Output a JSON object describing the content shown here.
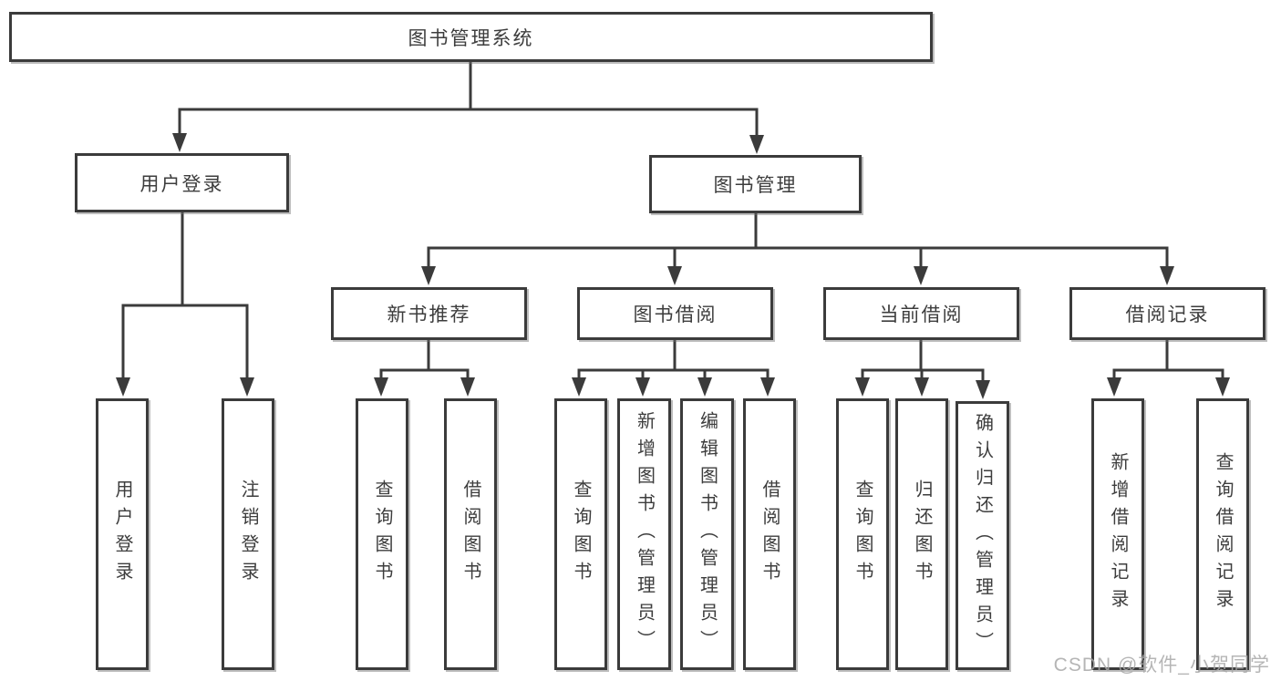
{
  "colors": {
    "background": "#ffffff",
    "line": "#3b3b3b",
    "box_border": "#3b3b3b",
    "text": "#3d3d3d",
    "watermark": "#a8a8a8"
  },
  "tree": {
    "root": {
      "label": "图书管理系统"
    },
    "children": [
      {
        "label": "用户登录",
        "children": [
          {
            "label": "用户登录"
          },
          {
            "label": "注销登录"
          }
        ]
      },
      {
        "label": "图书管理",
        "children": [
          {
            "label": "新书推荐",
            "children": [
              {
                "label": "查询图书"
              },
              {
                "label": "借阅图书"
              }
            ]
          },
          {
            "label": "图书借阅",
            "children": [
              {
                "label": "查询图书"
              },
              {
                "label": "新增图书（管理员）"
              },
              {
                "label": "编辑图书（管理员）"
              },
              {
                "label": "借阅图书"
              }
            ]
          },
          {
            "label": "当前借阅",
            "children": [
              {
                "label": "查询图书"
              },
              {
                "label": "归还图书"
              },
              {
                "label": "确认归还（管理员）"
              }
            ]
          },
          {
            "label": "借阅记录",
            "children": [
              {
                "label": "新增借阅记录"
              },
              {
                "label": "查询借阅记录"
              }
            ]
          }
        ]
      }
    ]
  },
  "watermark": {
    "text": "CSDN @软件_小贺同学"
  }
}
